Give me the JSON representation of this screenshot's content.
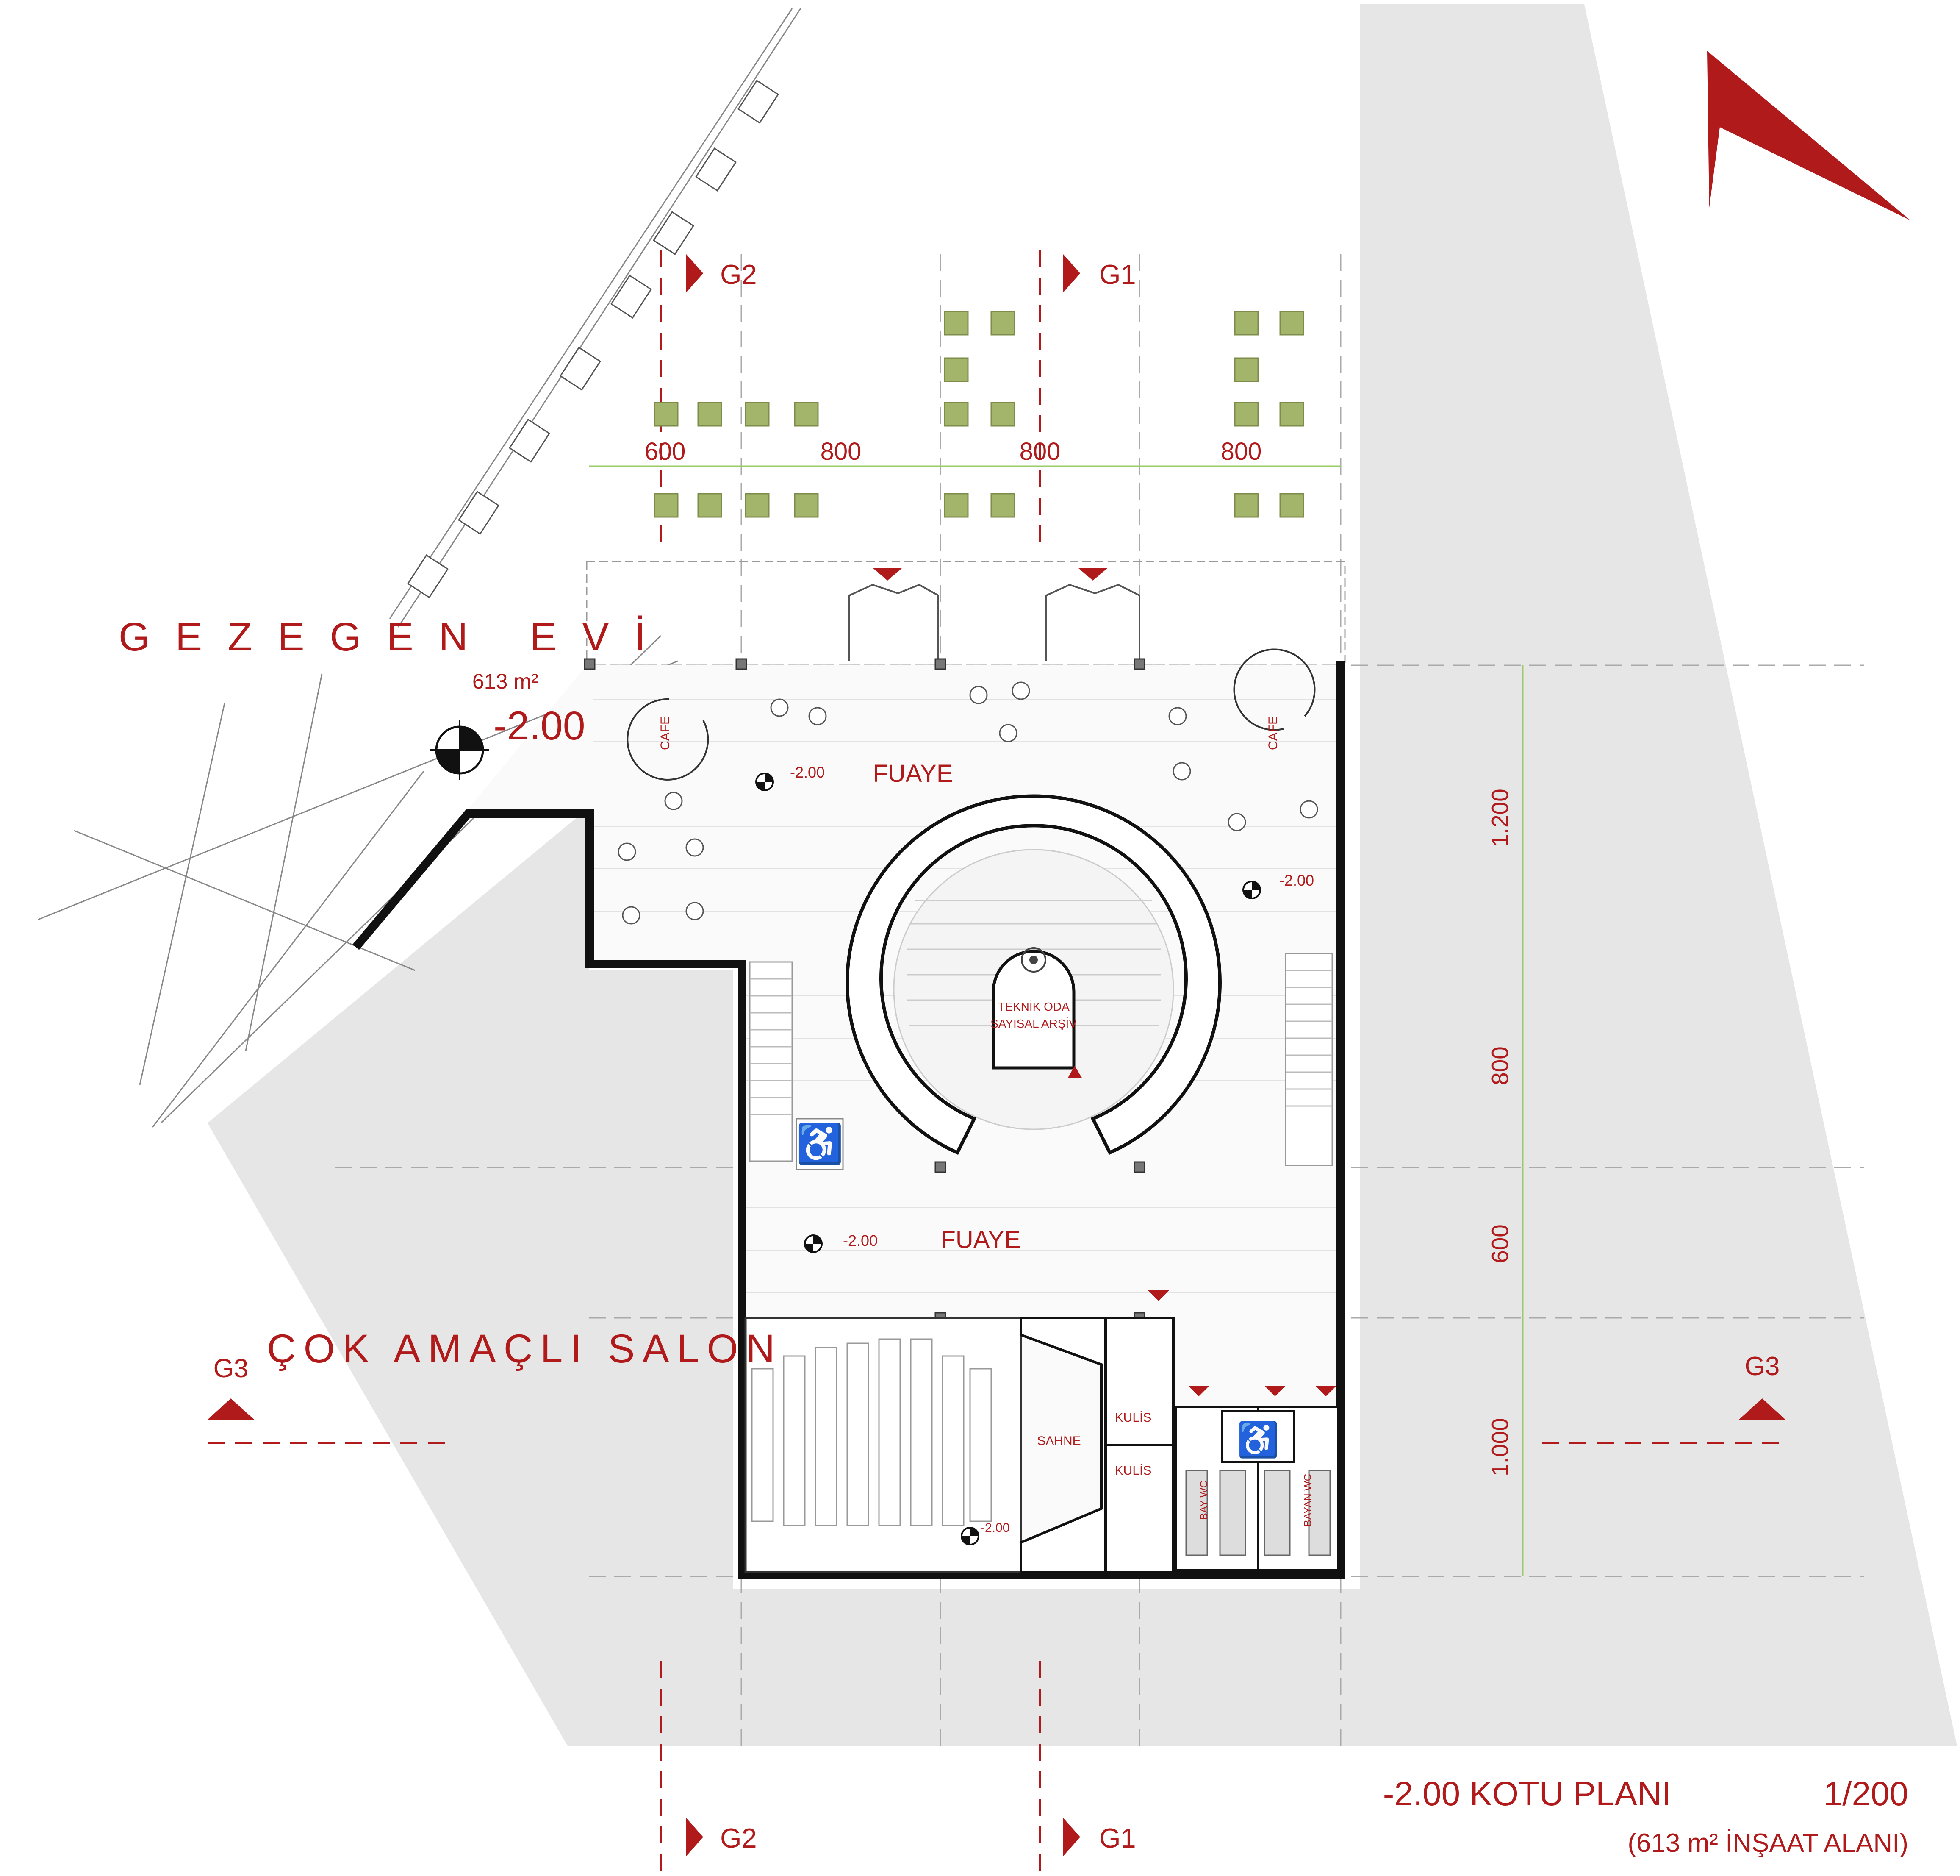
{
  "building": {
    "name": "GEZEGEN EVİ",
    "area": "613 m²"
  },
  "entrance_level": "-2.00",
  "rooms": {
    "foyer_upper": "FUAYE",
    "foyer_lower": "FUAYE",
    "cafe_left": "CAFE",
    "cafe_right": "CAFE",
    "technical_line1": "TEKNİK ODA",
    "technical_line2": "SAYISAL ARŞİV",
    "multipurpose_hall": "ÇOK AMAÇLI SALON",
    "stage": "SAHNE",
    "backstage_1": "KULİS",
    "backstage_2": "KULİS",
    "wc_men": "BAY WC",
    "wc_women": "BAYAN WC"
  },
  "level_marks": [
    "-2.00",
    "-2.00",
    "-2.00",
    "-2.00"
  ],
  "grid_dims_top": [
    "600",
    "800",
    "800",
    "800"
  ],
  "grid_dims_right": [
    "1.200",
    "800",
    "600",
    "1.000"
  ],
  "sections": {
    "g1": "G1",
    "g2": "G2",
    "g3": "G3"
  },
  "title": {
    "main": "-2.00 KOTU PLANI",
    "scale": "1/200",
    "sub": "(613 m² İNŞAAT ALANI)"
  },
  "colors": {
    "accent": "#b01a1a",
    "site_gray": "#e6e6e6",
    "tree_green": "#a3b46b",
    "wall": "#111111"
  }
}
